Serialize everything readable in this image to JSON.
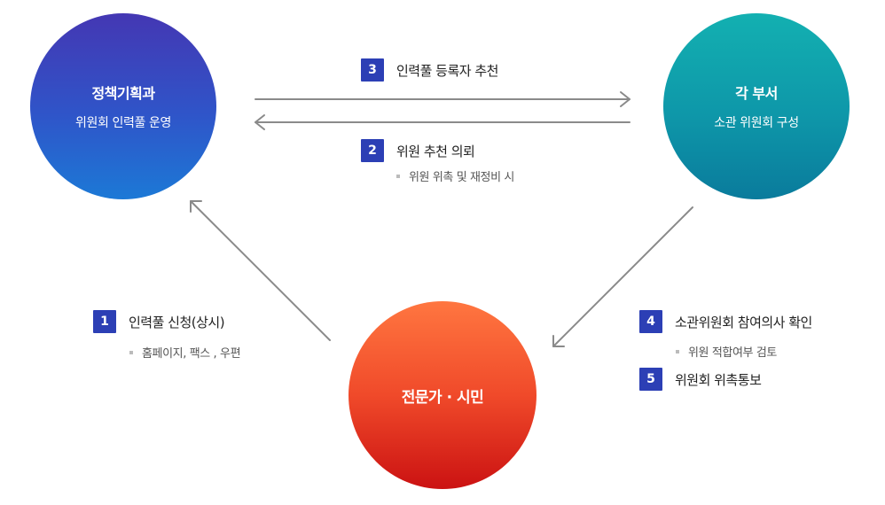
{
  "nodes": {
    "policy": {
      "title": "정책기획과",
      "sub": "위원회 인력풀 운영"
    },
    "dept": {
      "title": "각 부서",
      "sub": "소관 위원회 구성"
    },
    "expert": {
      "title": "전문가 · 시민"
    }
  },
  "steps": [
    {
      "num": "1",
      "label": "인력풀 신청(상시)",
      "note": "홈페이지, 팩스 , 우편"
    },
    {
      "num": "2",
      "label": "위원 추천 의뢰",
      "note": "위원 위촉 및 재정비 시"
    },
    {
      "num": "3",
      "label": "인력풀 등록자 추천"
    },
    {
      "num": "4",
      "label": "소관위원회 참여의사 확인",
      "note": "위원 적합여부 검토"
    },
    {
      "num": "5",
      "label": "위원회 위촉통보"
    }
  ],
  "colors": {
    "badge": "#2c3fb5",
    "arrow": "#8a8a8a"
  }
}
